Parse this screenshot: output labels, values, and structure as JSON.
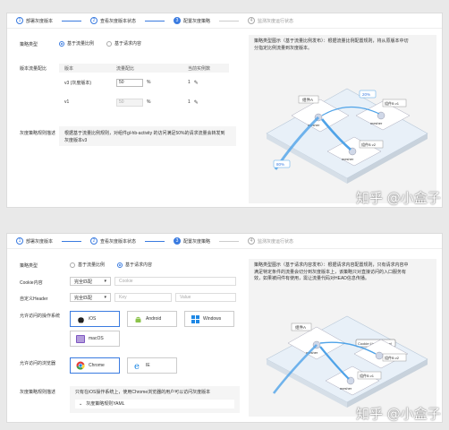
{
  "panel1": {
    "steps": [
      {
        "num": "1",
        "label": "部署灰度版本"
      },
      {
        "num": "2",
        "label": "查看灰度版本状态"
      },
      {
        "num": "3",
        "label": "配置灰度策略"
      },
      {
        "num": "4",
        "label": "监测灰度运行状态"
      }
    ],
    "policy_type_label": "策略类型",
    "radio_weight": "基于流量比例",
    "radio_content": "基于请求内容",
    "ratio_label": "版本流量配比",
    "table_headers": [
      "版本",
      "流量配比",
      "当前实例数"
    ],
    "rows": [
      {
        "version": "v3 (灰度版本)",
        "value": "50",
        "pct": "%",
        "instances": "1"
      },
      {
        "version": "v1",
        "value": "50",
        "pct": "%",
        "instances": "1"
      }
    ],
    "rule_label": "灰度策略规则描述",
    "rule_desc_1": "根据基于流量比例规则，对组件gl-hb-activity 的访问满足50%的请求流量会转发到",
    "rule_desc_2": "灰度版本v3",
    "diagram_title_1": "策略类型图示（基于流量比例发布）：根据流量比例配置规则，将从原版本中切",
    "diagram_title_2": "分指定比例流量到灰度版本。",
    "diagram": {
      "component": "组件A",
      "pct_a": "20%",
      "pct_b": "80%",
      "mesher": "mesher",
      "svc_v1": "组件B v1",
      "svc_v2": "组件B v2"
    },
    "watermark": "知乎 @小盒子"
  },
  "panel2": {
    "steps": [
      {
        "num": "1",
        "label": "部署灰度版本"
      },
      {
        "num": "2",
        "label": "查看灰度版本状态"
      },
      {
        "num": "3",
        "label": "配置灰度策略"
      },
      {
        "num": "4",
        "label": "监测灰度运行状态"
      }
    ],
    "policy_type_label": "策略类型",
    "radio_weight": "基于流量比例",
    "radio_content": "基于请求内容",
    "cookie_label": "Cookie内容",
    "cookie_match": "完全匹配",
    "cookie_placeholder": "Cookie",
    "header_label": "自定义Header",
    "header_match": "完全匹配",
    "key_placeholder": "Key",
    "value_placeholder": "Value",
    "os_label": "允许访问的操作系统",
    "os_options": [
      "iOS",
      "Android",
      "Windows",
      "macOS"
    ],
    "browser_label": "允许访问的浏览器",
    "browser_options": [
      "Chrome",
      "IE"
    ],
    "rule_label": "灰度策略规则描述",
    "rule_desc": "只有在iOS操作系统上，使用Chrome浏览器的用户可以访问灰度版本",
    "yaml_label": "灰度策略规则YAML",
    "diagram_title_1": "策略类型图示（基于请求内容发布）：根据请求内容配置规则，只有请求内容中",
    "diagram_title_2": "满足特定条件的流量会切分到灰度版本上，该策略只对直接访问的入口服务有",
    "diagram_title_3": "效，如果被间件有使用，需让流量代码对HEAD信息传播。",
    "diagram": {
      "component": "组件A",
      "cookie_tag": "Cookie:User=Internal",
      "mesher": "mesher",
      "svc_v1": "组件B v1",
      "svc_v2": "组件B v2"
    },
    "watermark": "知乎 @小盒子"
  },
  "colors": {
    "accent": "#3a7be0",
    "flow": "#4fa3e8"
  }
}
